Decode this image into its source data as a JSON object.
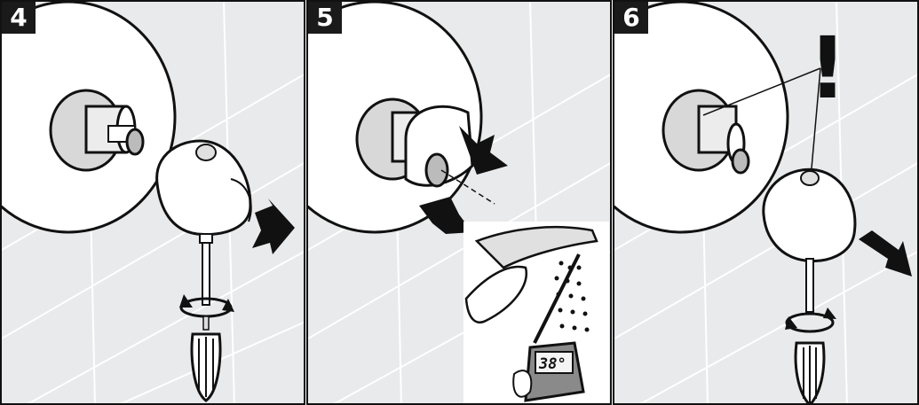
{
  "steps": [
    {
      "number": "4",
      "action": "remove-handle"
    },
    {
      "number": "5",
      "action": "calibrate-temperature"
    },
    {
      "number": "6",
      "action": "refit-handle"
    }
  ],
  "thermometer": {
    "reading": "38°"
  },
  "warning_symbol": "!",
  "colors": {
    "background": "#e9eaeb",
    "tile_lines": "#ffffff",
    "ink": "#111111",
    "highlight": "#f4f4f4"
  }
}
